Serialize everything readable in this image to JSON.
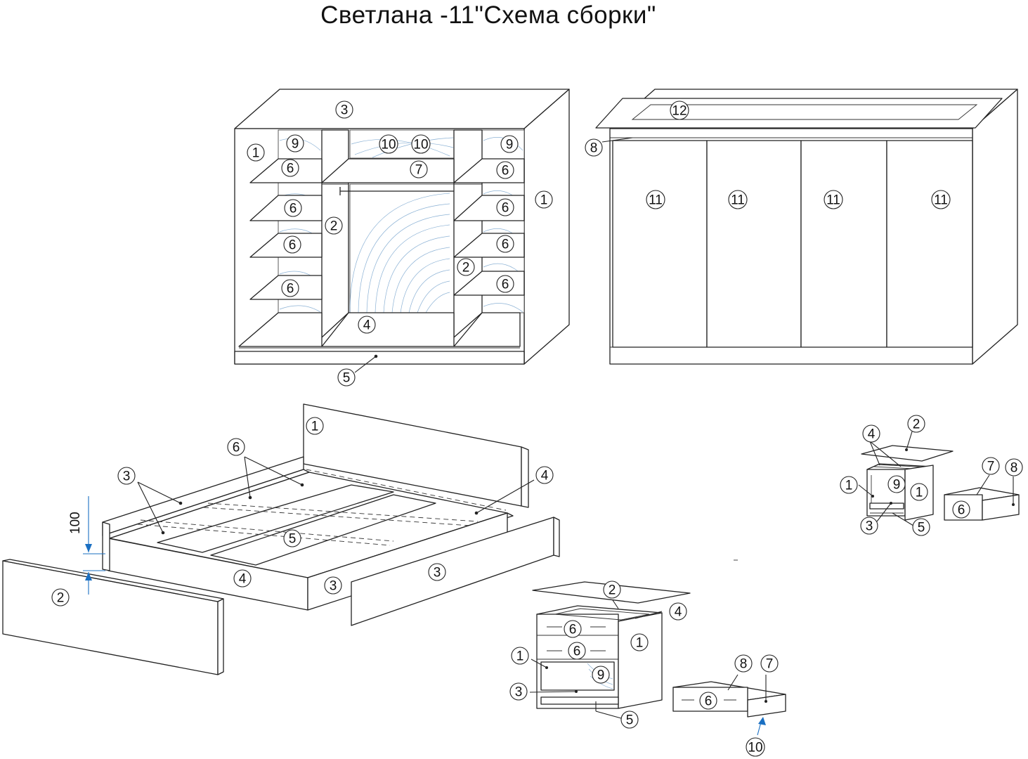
{
  "title": "Светлана -11\"Схема сборки\"",
  "dimension_label": "100",
  "wardrobe_open": {
    "callouts": [
      "3",
      "1",
      "9",
      "10",
      "10",
      "9",
      "6",
      "7",
      "6",
      "6",
      "6",
      "6",
      "6",
      "6",
      "6",
      "2",
      "2",
      "1",
      "4",
      "5"
    ]
  },
  "wardrobe_closed": {
    "callouts": [
      "12",
      "8",
      "11",
      "11",
      "11",
      "11"
    ]
  },
  "bed": {
    "callouts": [
      "1",
      "6",
      "3",
      "4",
      "5",
      "4",
      "3",
      "3",
      "2"
    ]
  },
  "small_nightstand": {
    "callouts": [
      "4",
      "2",
      "1",
      "9",
      "1",
      "3",
      "5",
      "7",
      "8",
      "6"
    ]
  },
  "large_nightstand": {
    "callouts": [
      "2",
      "4",
      "6",
      "6",
      "1",
      "1",
      "9",
      "3",
      "5",
      "8",
      "7",
      "6",
      "10"
    ]
  }
}
